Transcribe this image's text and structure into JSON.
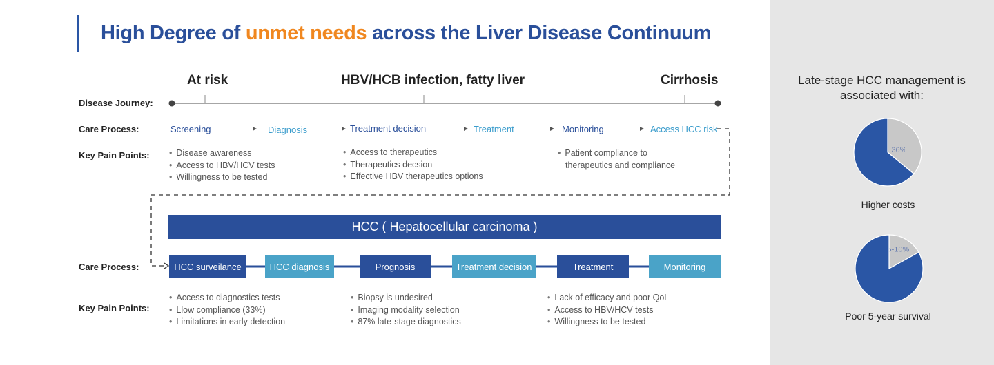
{
  "title": {
    "pre": "High Degree of ",
    "highlight": "unmet needs",
    "post": " across the Liver Disease Continuum"
  },
  "stages": [
    "At risk",
    "HBV/HCB infection, fatty liver",
    "Cirrhosis"
  ],
  "row_labels": {
    "journey": "Disease Journey:",
    "care": "Care Process:",
    "pain": "Key Pain Points:"
  },
  "care_process": [
    "Screening",
    "Diagnosis",
    "Treatment decision",
    "Treatment",
    "Monitoring",
    "Access HCC risk"
  ],
  "pain_points": [
    [
      "Disease awareness",
      "Access to HBV/HCV tests",
      "Willingness to be tested"
    ],
    [
      "Access to therapeutics",
      "Therapeutics decsion",
      "Effective HBV therapeutics options"
    ],
    [
      "Patient compliance to therapeutics and compliance"
    ]
  ],
  "hcc_banner": "HCC ( Hepatocellular carcinoma )",
  "hcc_steps": [
    "HCC surveilance",
    "HCC diagnosis",
    "Prognosis",
    "Treatment decision",
    "Treatment",
    "Monitoring"
  ],
  "hcc_pain_points": [
    [
      "Access to diagnostics tests",
      "Llow compliance (33%)",
      "Limitations in early detection"
    ],
    [
      "Biopsy is undesired",
      "Imaging modality selection",
      "87% late-stage diagnostics"
    ],
    [
      "Lack of efficacy and poor QoL",
      "Access to HBV/HCV tests",
      "Willingness to be tested"
    ]
  ],
  "sidebar": {
    "heading": "Late-stage HCC management is associated with:"
  },
  "chart_data": [
    {
      "type": "pie",
      "title": "Higher costs",
      "slices": [
        {
          "label": "36%",
          "value": 36,
          "color": "#c8c8c8"
        },
        {
          "label": "",
          "value": 64,
          "color": "#2a56a5"
        }
      ]
    },
    {
      "type": "pie",
      "title": "Poor 5-year survival",
      "slices": [
        {
          "label": "5-10%",
          "value": 17,
          "color": "#c8c8c8"
        },
        {
          "label": "",
          "value": 83,
          "color": "#2a56a5"
        }
      ]
    }
  ],
  "colors": {
    "dark": "#2a4f9a",
    "light": "#4aa3c8",
    "accent": "#f0871f"
  }
}
